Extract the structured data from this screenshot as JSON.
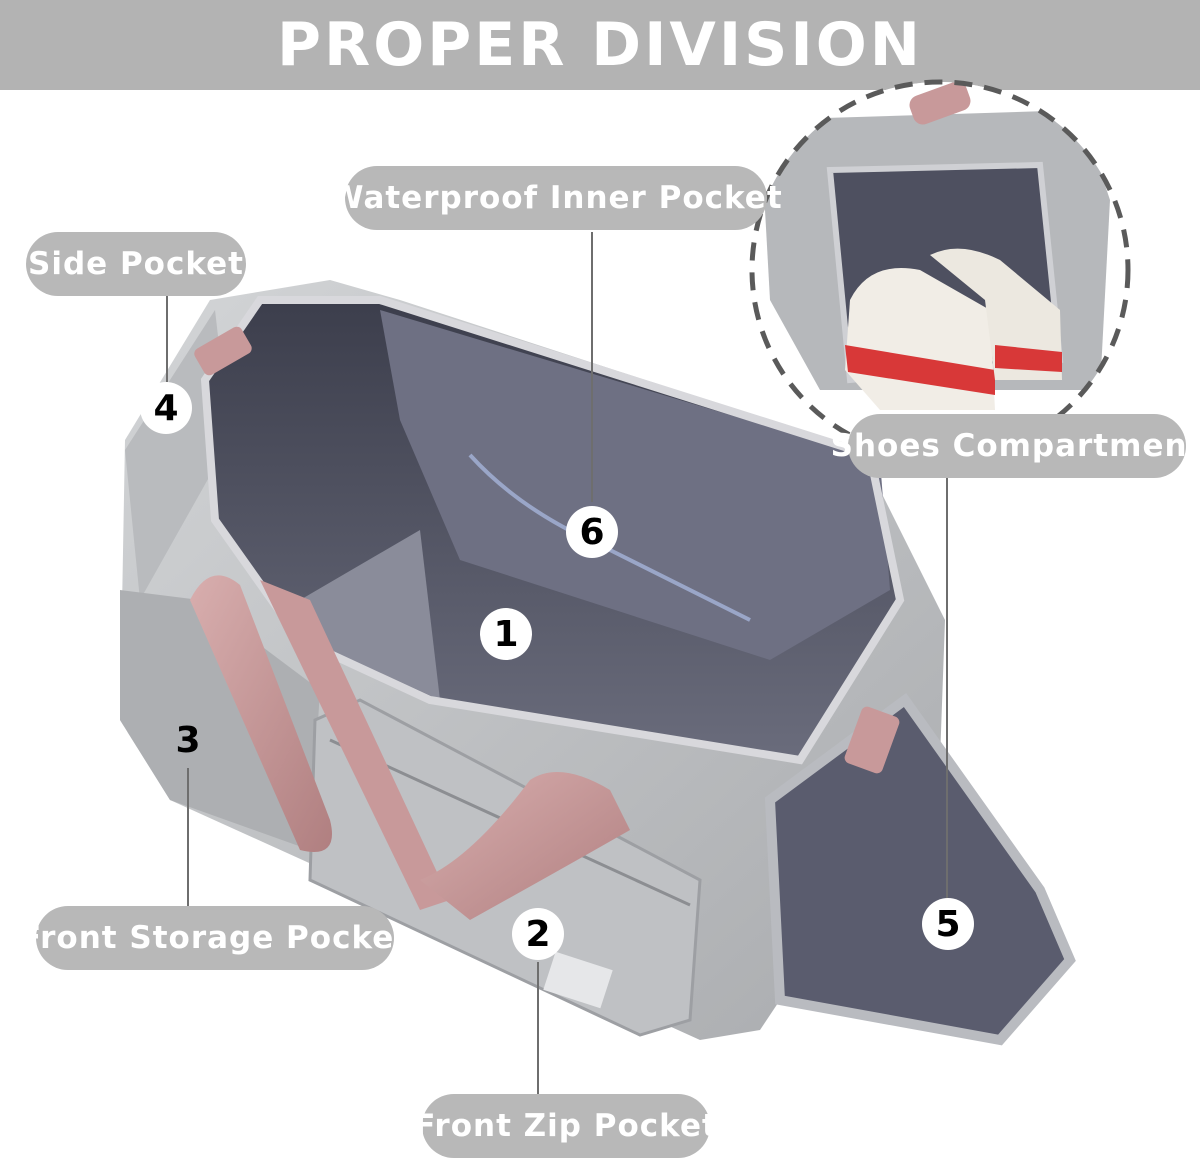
{
  "banner": {
    "title": "PROPER DIVISION"
  },
  "colors": {
    "banner_bg": "#b3b3b3",
    "label_bg": "#b8b8b8",
    "bag_gray": "#c4c6c8",
    "lining": "#5a5c6e",
    "strap_pink": "#c69a9a"
  },
  "labels": {
    "waterproof_inner_pocket": "Waterproof Inner Pocket",
    "side_pocket": "Side Pocket",
    "shoes_compartment": "Shoes Compartment",
    "front_storage_pocket": "Front Storage Pocket",
    "front_zip_pocket": "Front Zip Pocket"
  },
  "markers": {
    "m1": "1",
    "m2": "2",
    "m3": "3",
    "m4": "4",
    "m5": "5",
    "m6": "6"
  },
  "icons": {
    "bag": "duffel-bag-illustration",
    "shoes": "sneakers-illustration"
  }
}
